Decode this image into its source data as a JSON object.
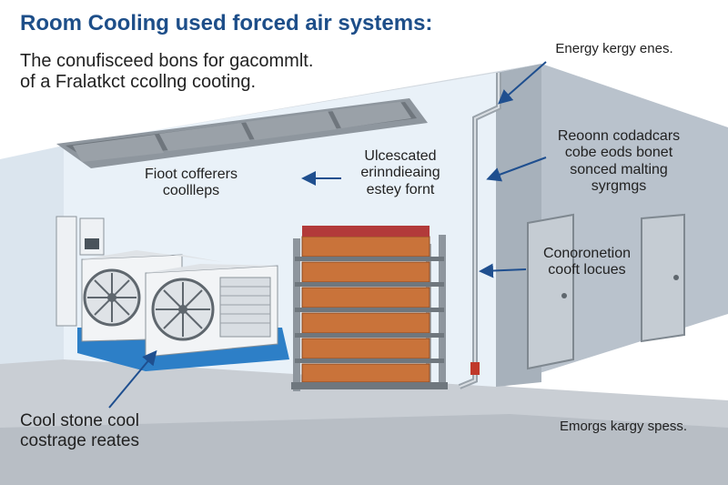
{
  "title": "Room Cooling used forced air systems:",
  "subtitle": [
    "The conufisceed bons for gacommlt.",
    "of a Fralatkct ccollng cooting."
  ],
  "labels": {
    "top_right": "Energy kergy enes.",
    "left_mid": [
      "Fioot cofferers",
      "coollleps"
    ],
    "center": [
      "Ulcescated",
      "erinndieaing",
      "estey fornt"
    ],
    "right_upper": [
      "Reoonn codadcars",
      "cobe eods bonet",
      "sonced malting",
      "syrgmgs"
    ],
    "right_mid": [
      "Conoronetion",
      "cooft locues"
    ],
    "bottom_left": [
      "Cool stone cool",
      "costrage reates"
    ],
    "bottom_right": "Emorgs kargy spess."
  },
  "colors": {
    "title": "#1d4e89",
    "arrow": "#1f4f8f",
    "wall_light": "#e9f1f8",
    "wall_side": "#b9c2cc",
    "floor": "#c9ced4",
    "unit_base": "#2d7fc7",
    "produce": "#c9733a"
  },
  "icons": [
    "fan-icon",
    "door-icon",
    "pipe-icon",
    "control-panel-icon"
  ]
}
